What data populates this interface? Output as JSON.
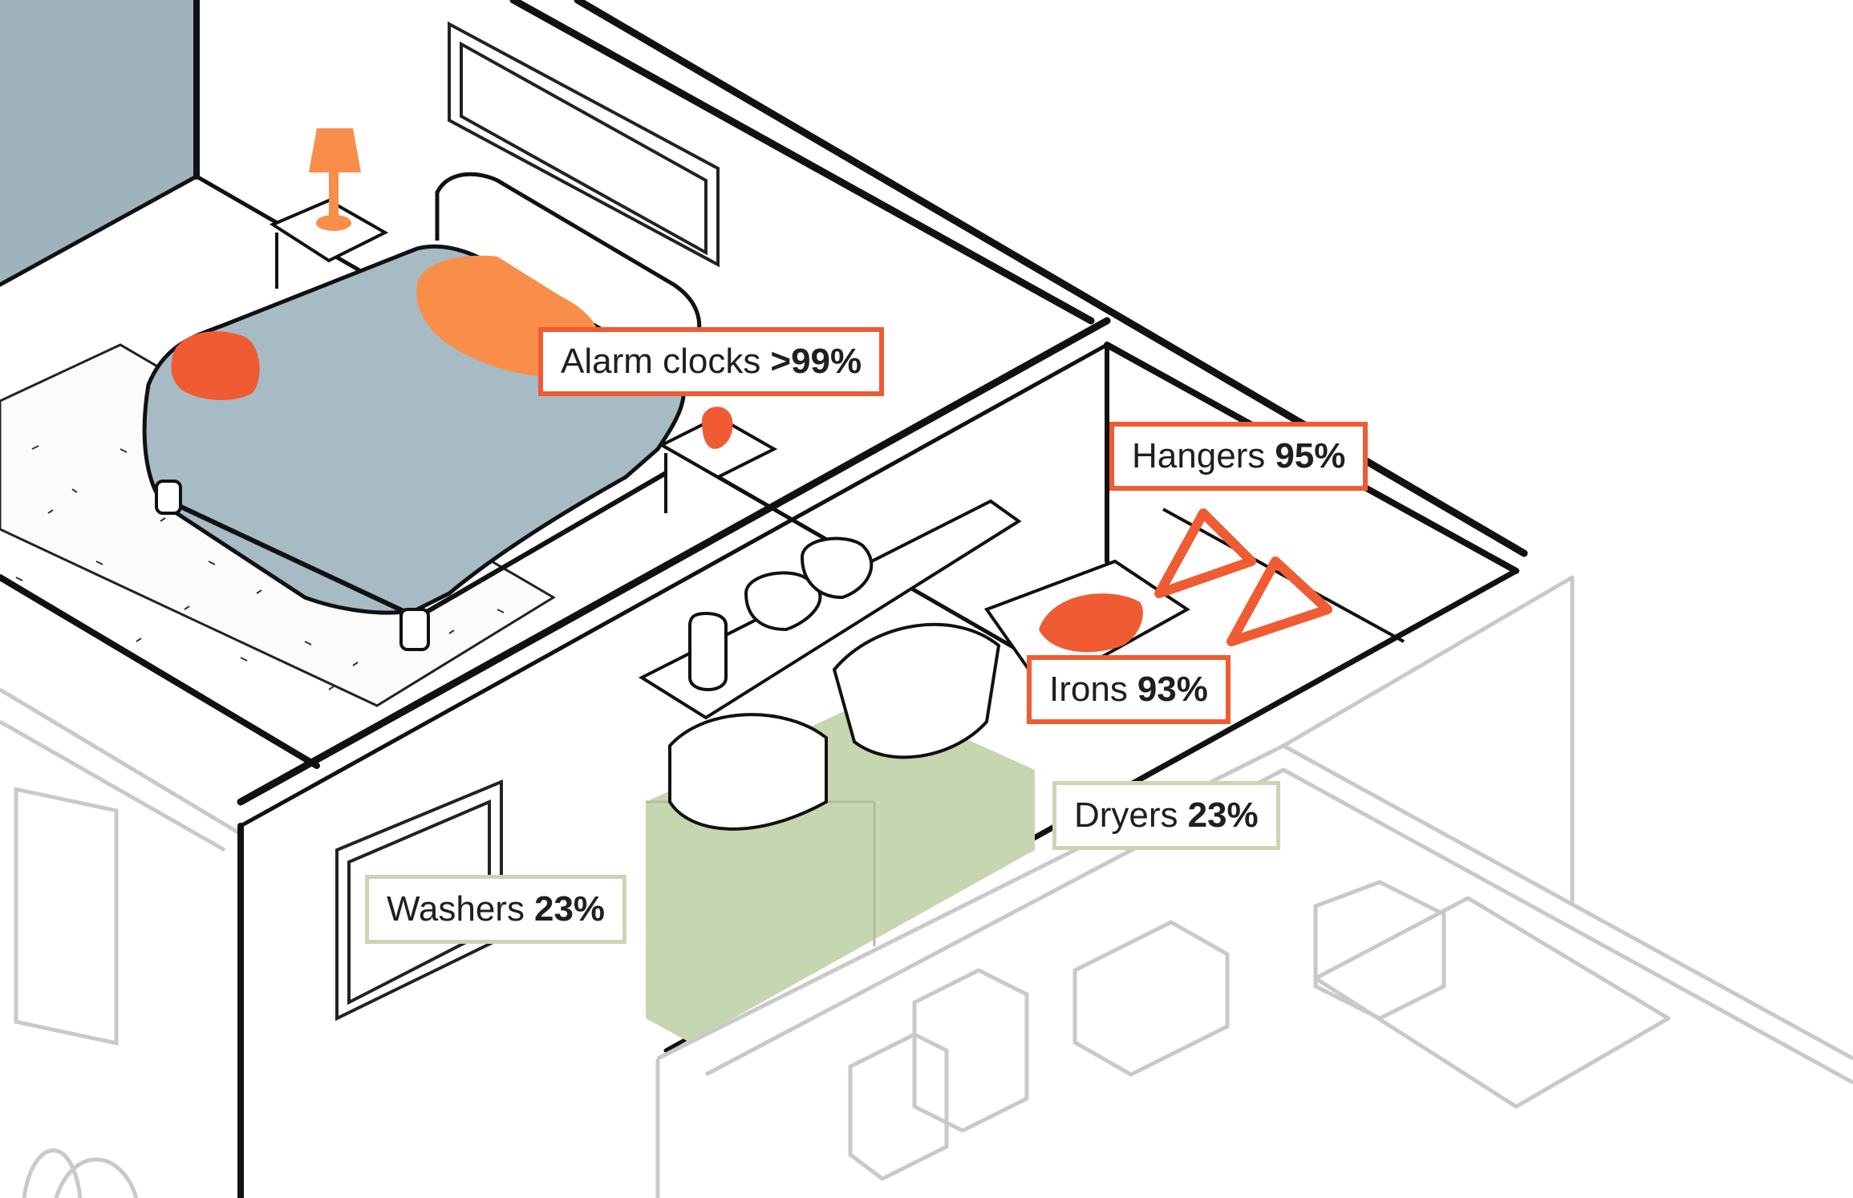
{
  "labels": [
    {
      "id": "alarm",
      "name": "Alarm clocks",
      "pct": ">99%",
      "highlight": "orange"
    },
    {
      "id": "hangers",
      "name": "Hangers",
      "pct": "95%",
      "highlight": "orange"
    },
    {
      "id": "irons",
      "name": "Irons",
      "pct": "93%",
      "highlight": "orange"
    },
    {
      "id": "dryers",
      "name": "Dryers",
      "pct": "23%",
      "highlight": "green"
    },
    {
      "id": "washers",
      "name": "Washers",
      "pct": "23%",
      "highlight": "green"
    }
  ],
  "colors": {
    "high_ownership": "#ef5b33",
    "accent_orange": "#f98d4a",
    "low_ownership": "#c6d6b0",
    "bed": "#a7bbc5",
    "wall_blue": "#9fb3bc",
    "ink": "#111111",
    "faded_ink": "#c9c9c9"
  }
}
